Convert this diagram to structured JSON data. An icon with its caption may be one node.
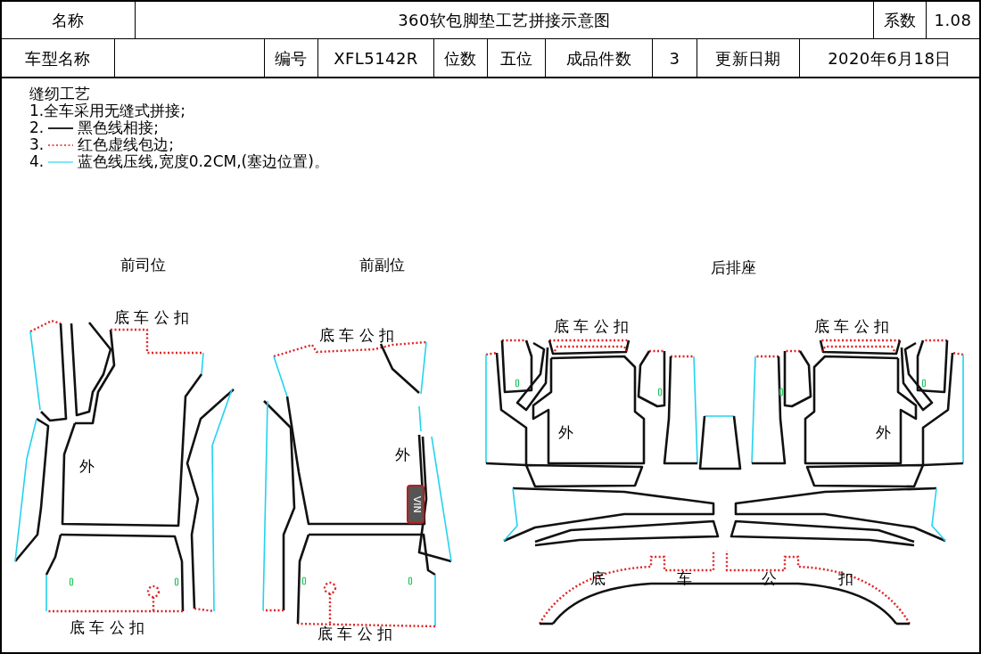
{
  "diagram": {
    "title": "360软包脚垫工艺拼接示意图",
    "labels": [
      "名称",
      "系数",
      "1.08",
      "车型名称",
      "编号",
      "XFL5142R",
      "位数",
      "五位",
      "成品件数",
      "3",
      "更新日期",
      "2020年6月18日",
      "缝纫工艺",
      "1.全车采用无缝式拼接;",
      "2.",
      "3.",
      "4.",
      "前司位",
      "前副位",
      "后排座",
      "底 车 公 扣",
      "底 车 公 扣",
      "底 车 公 扣",
      "底 车 公 扣",
      "外",
      "外",
      "外",
      "外",
      "VIN",
      "底",
      "车",
      "公",
      "扣",
      "底 车 公 扣",
      "底 车 公 扣"
    ],
    "legend": [
      {
        "text": "黑色线相接;"
      },
      {
        "text": "红色虚线包边;"
      },
      {
        "text": "蓝色线压线,宽度0.2CM,(塞边位置)。"
      }
    ]
  }
}
